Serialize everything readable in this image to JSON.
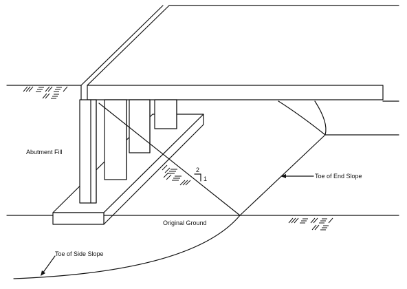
{
  "labels": {
    "abutment_fill": "Abutment Fill",
    "toe_of_end_slope": "Toe of End Slope",
    "original_ground": "Original Ground",
    "toe_of_side_slope": "Toe of Side Slope",
    "slope_rise": "2",
    "slope_run": "1"
  }
}
